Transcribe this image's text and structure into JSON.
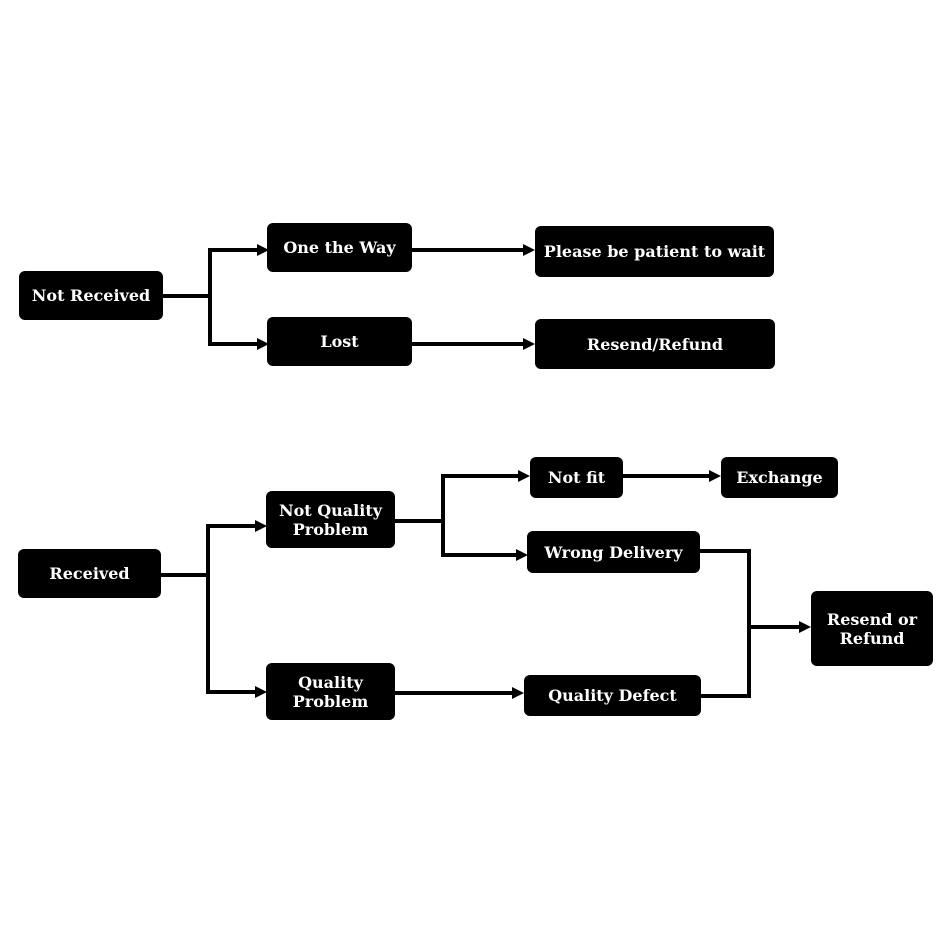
{
  "diagram": {
    "section_not_received": {
      "root": "Not Received",
      "on_the_way": "One the Way",
      "lost": "Lost",
      "wait": "Please be patient to wait",
      "resend_refund": "Resend/Refund"
    },
    "section_received": {
      "root": "Received",
      "not_quality_problem": "Not Quality\nProblem",
      "quality_problem": "Quality\nProblem",
      "not_fit": "Not fit",
      "exchange": "Exchange",
      "wrong_delivery": "Wrong Delivery",
      "quality_defect": "Quality Defect",
      "resend_or_refund": "Resend or\nRefund"
    }
  }
}
